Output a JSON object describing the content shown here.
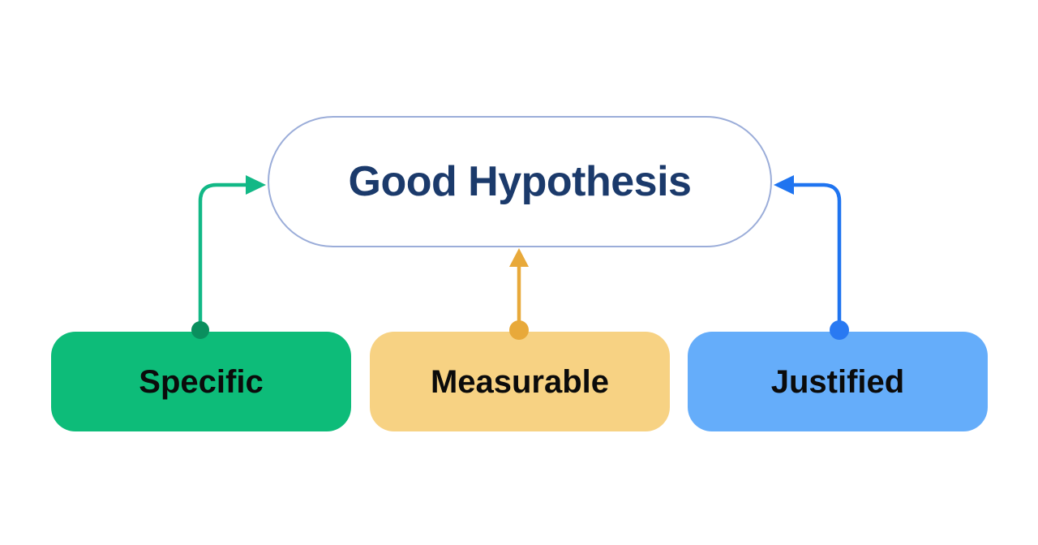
{
  "diagram": {
    "type": "hub-and-spoke",
    "background_color": "#ffffff",
    "hub": {
      "label": "Good Hypothesis",
      "text_color": "#1b3a6b",
      "fill_color": "#ffffff",
      "border_color": "#9badd9",
      "shape": "pill"
    },
    "criteria": [
      {
        "id": "specific",
        "label": "Specific",
        "fill_color": "#0dbc79",
        "text_color": "#0b0b0b",
        "connector_color": "#12b886",
        "dot_color": "#0a8f5e",
        "connector_style": "elbow-right-arrow"
      },
      {
        "id": "measurable",
        "label": "Measurable",
        "fill_color": "#f7d283",
        "text_color": "#0b0b0b",
        "connector_color": "#e8a93a",
        "dot_color": "#e8a93a",
        "connector_style": "straight-up-arrow"
      },
      {
        "id": "justified",
        "label": "Justified",
        "fill_color": "#65adfa",
        "text_color": "#0b0b0b",
        "connector_color": "#1f74f0",
        "dot_color": "#2979f2",
        "connector_style": "elbow-left-arrow"
      }
    ]
  }
}
